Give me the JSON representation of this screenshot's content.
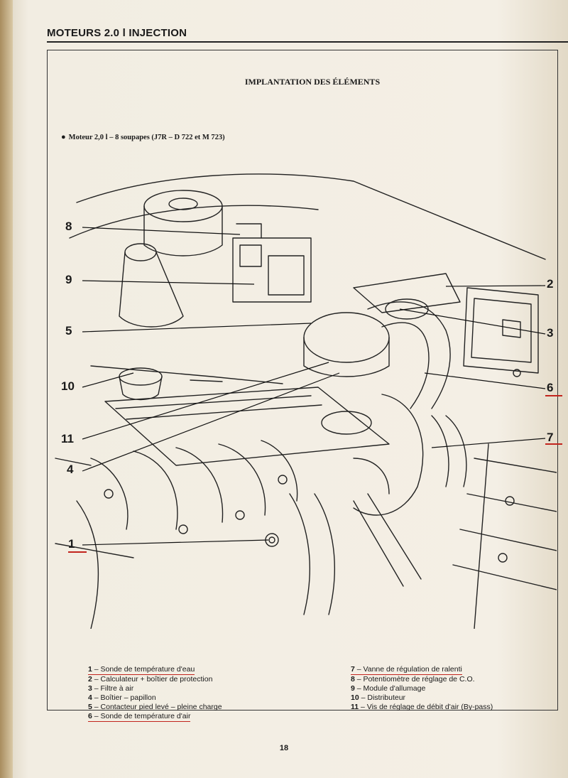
{
  "header": {
    "title": "MOTEURS 2.0 l INJECTION"
  },
  "section_title": "IMPLANTATION DES ÉLÉMENTS",
  "subtitle": "Moteur 2,0 l – 8 soupapes (J7R – D 722 et M 723)",
  "callouts": {
    "c1": "1",
    "c2": "2",
    "c3": "3",
    "c4": "4",
    "c5": "5",
    "c6": "6",
    "c7": "7",
    "c8": "8",
    "c9": "9",
    "c10": "10",
    "c11": "11"
  },
  "legend_left": [
    {
      "num": "1",
      "text": " – Sonde de température d'eau"
    },
    {
      "num": "2",
      "text": " – Calculateur + boîtier de protection"
    },
    {
      "num": "3",
      "text": " – Filtre à air"
    },
    {
      "num": "4",
      "text": " – Boîtier – papillon"
    },
    {
      "num": "5",
      "text": " – Contacteur pied levé – pleine charge"
    },
    {
      "num": "6",
      "text": " – Sonde de température d'air"
    }
  ],
  "legend_right": [
    {
      "num": "7",
      "text": " – Vanne de régulation de ralenti"
    },
    {
      "num": "8",
      "text": " – Potentiomètre de réglage de C.O."
    },
    {
      "num": "9",
      "text": " – Module d'allumage"
    },
    {
      "num": "10",
      "text": " – Distributeur"
    },
    {
      "num": "11",
      "text": " – Vis de réglage de débit d'air (By-pass)"
    }
  ],
  "page_number": "18",
  "colors": {
    "ink": "#1a1a1a",
    "paper": "#f4efe5",
    "red_pen": "#c2241d"
  }
}
